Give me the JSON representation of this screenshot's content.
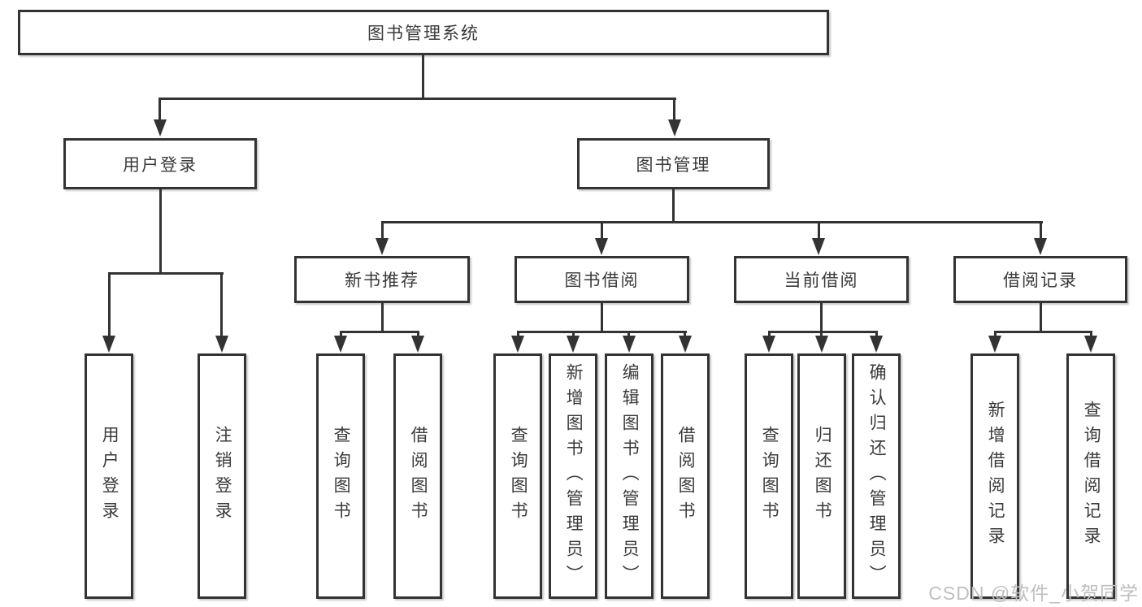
{
  "tree": {
    "label": "图书管理系统",
    "children": [
      {
        "label": "用户登录",
        "children": [
          {
            "label": "用户登录"
          },
          {
            "label": "注销登录"
          }
        ]
      },
      {
        "label": "图书管理",
        "children": [
          {
            "label": "新书推荐",
            "children": [
              {
                "label": "查询图书"
              },
              {
                "label": "借阅图书"
              }
            ]
          },
          {
            "label": "图书借阅",
            "children": [
              {
                "label": "查询图书"
              },
              {
                "label": "新增图书（管理员）"
              },
              {
                "label": "编辑图书（管理员）"
              },
              {
                "label": "借阅图书"
              }
            ]
          },
          {
            "label": "当前借阅",
            "children": [
              {
                "label": "查询图书"
              },
              {
                "label": "归还图书"
              },
              {
                "label": "确认归还（管理员）"
              }
            ]
          },
          {
            "label": "借阅记录",
            "children": [
              {
                "label": "新增借阅记录"
              },
              {
                "label": "查询借阅记录"
              }
            ]
          }
        ]
      }
    ]
  },
  "watermark": {
    "text": "CSDN @软件_小贺同学"
  },
  "colors": {
    "line": "#333333",
    "text": "#3a3a3a",
    "box_bg": "#ffffff",
    "watermark": "#bfbfbf"
  }
}
